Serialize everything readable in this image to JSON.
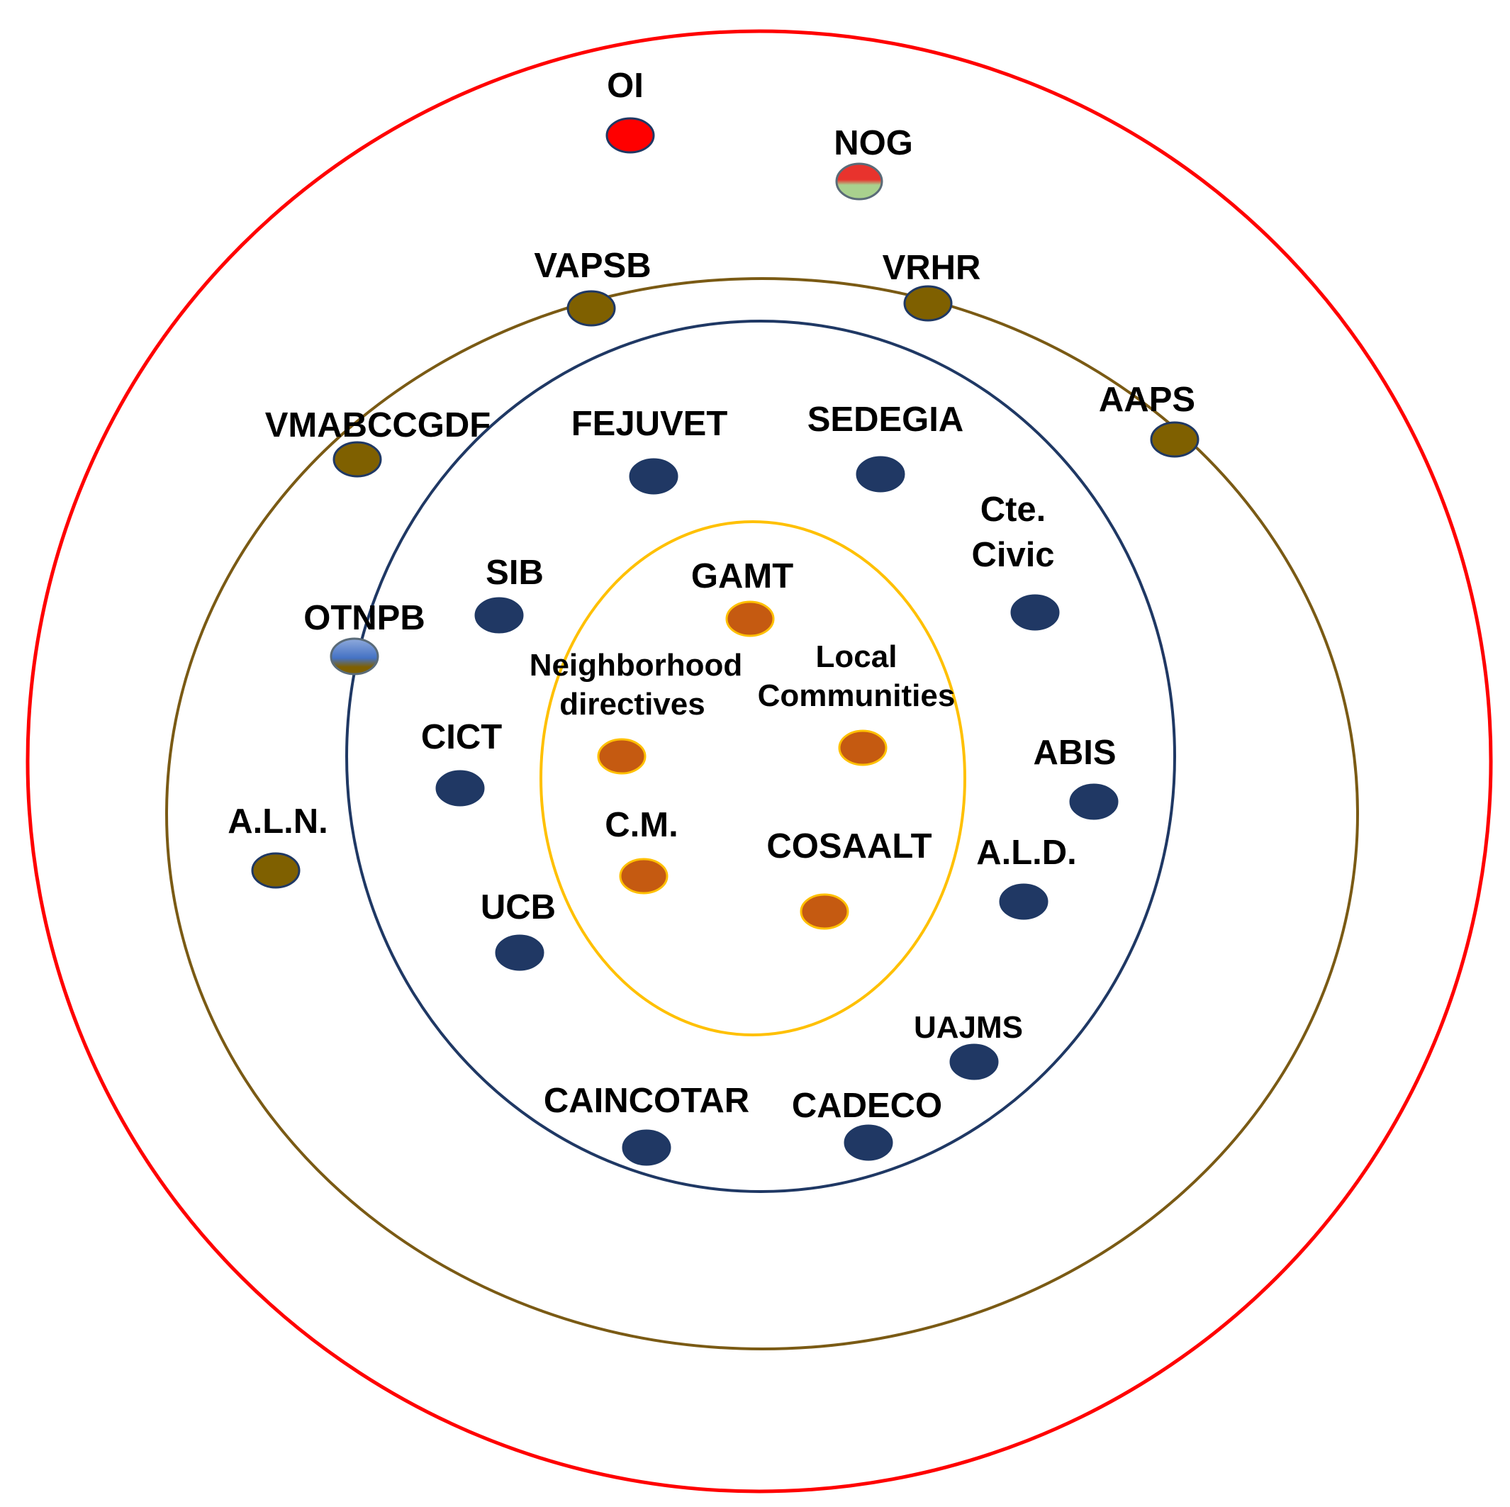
{
  "colors": {
    "outer_ring": "#ff0000",
    "middle_ring": "#7a5a14",
    "inner_ring": "#1f3864",
    "core_ellipse": "#ffc000",
    "brown_node": "#7f6000",
    "navy_node": "#203864",
    "orange_node": "#c55a11",
    "red_node": "#ff0000"
  },
  "nodes": {
    "oi": "OI",
    "nog": "NOG",
    "vapsb": "VAPSB",
    "vrhr": "VRHR",
    "aaps": "AAPS",
    "vmabccgdf": "VMABCCGDF",
    "otnpb": "OTNPB",
    "aln": "A.L.N.",
    "fejuvet": "FEJUVET",
    "sedegia": "SEDEGIA",
    "cte_civic_1": "Cte.",
    "cte_civic_2": "Civic",
    "sib": "SIB",
    "cict": "CICT",
    "abis": "ABIS",
    "ald": "A.L.D.",
    "ucb": "UCB",
    "uajms": "UAJMS",
    "caincotar": "CAINCOTAR",
    "cadeco": "CADECO",
    "gamt": "GAMT",
    "neighborhood_1": "Neighborhood",
    "neighborhood_2": "directives",
    "local_1": "Local",
    "local_2": "Communities",
    "cm": "C.M.",
    "cosaalt": "COSAALT"
  }
}
